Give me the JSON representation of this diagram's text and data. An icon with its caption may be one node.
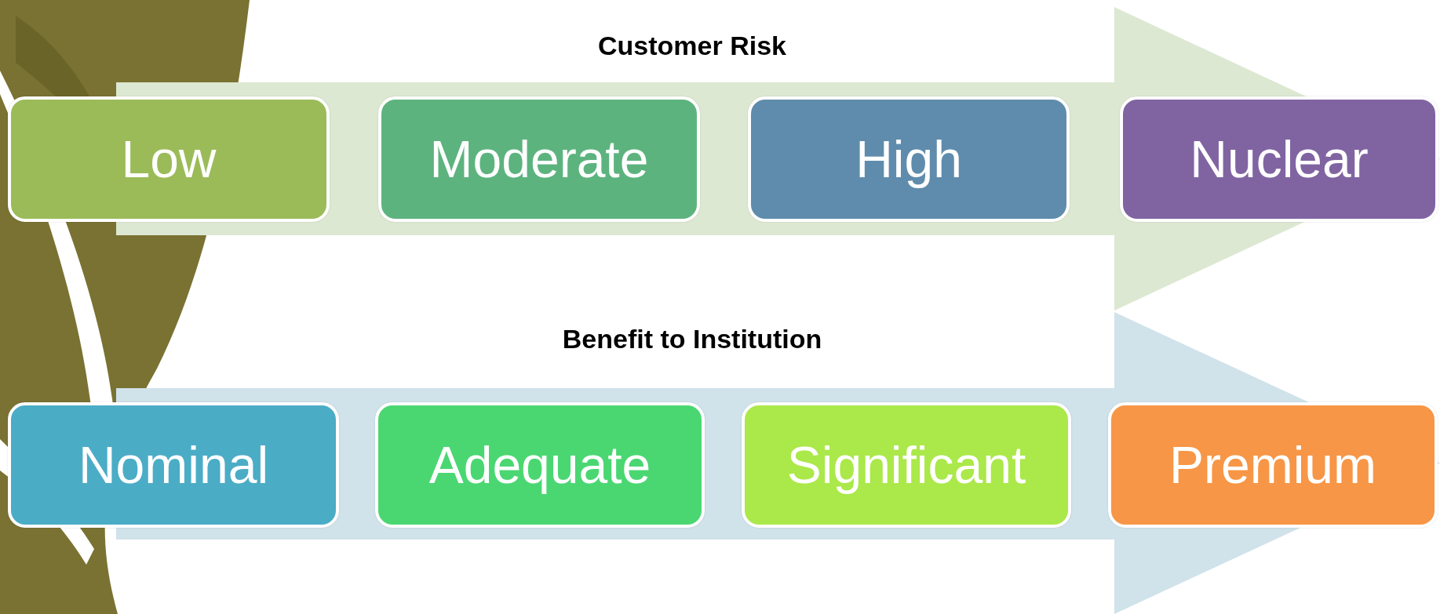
{
  "diagram": {
    "nodes": [
      {
        "text": [
          "Customer Risk"
        ]
      },
      {
        "text": [
          "Low"
        ]
      },
      {
        "text": [
          "Moderate"
        ],
        "in": 0
      },
      {
        "text": [
          "High"
        ],
        "in": 0
      },
      {
        "text": [
          "Nuclear"
        ],
        "in": 0
      },
      {
        "text": [
          "Benefit to Institution"
        ]
      },
      {
        "text": [
          "Nominal"
        ]
      },
      {
        "text": [
          "Adequate"
        ],
        "in": 5
      },
      {
        "text": [
          "Significant"
        ],
        "in": 5
      },
      {
        "text": [
          "Premium"
        ],
        "in": 5
      }
    ]
  }
}
